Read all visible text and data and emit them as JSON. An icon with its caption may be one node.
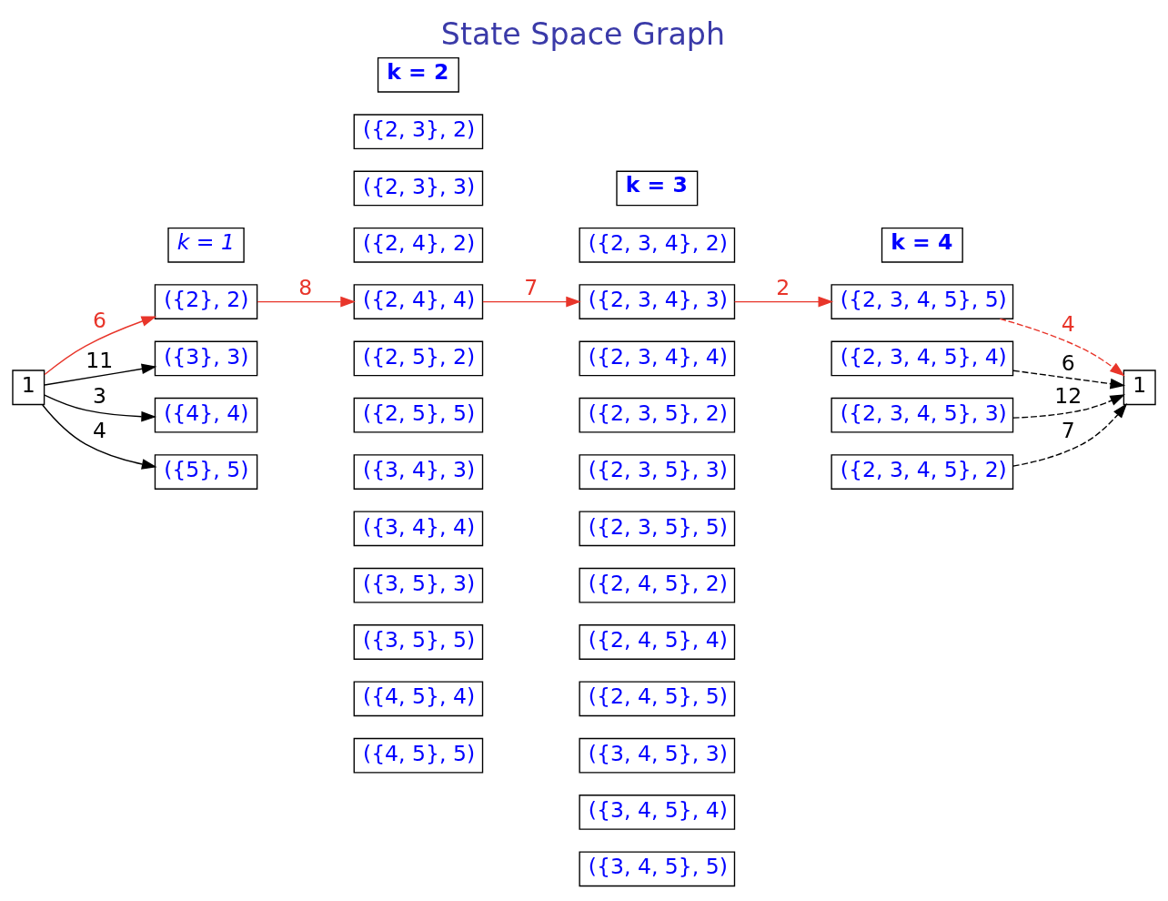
{
  "diagram": {
    "title": "State Space Graph",
    "nodes": [
      {
        "text": [
          "k = 1"
        ]
      },
      {
        "text": [
          "k = 2"
        ]
      },
      {
        "text": [
          "k = 3"
        ]
      },
      {
        "text": [
          "k = 4"
        ]
      },
      {
        "text": [
          "1"
        ]
      },
      {
        "text": [
          "({2}, 2)"
        ]
      },
      {
        "text": [
          "({3}, 3)"
        ]
      },
      {
        "text": [
          "({4}, 4)"
        ]
      },
      {
        "text": [
          "({5}, 5)"
        ]
      },
      {
        "text": [
          "({2, 3}, 2)"
        ]
      },
      {
        "text": [
          "({2, 3}, 3)"
        ]
      },
      {
        "text": [
          "({2, 4}, 2)"
        ]
      },
      {
        "text": [
          "({2, 4}, 4)"
        ]
      },
      {
        "text": [
          "({2, 5}, 2)"
        ]
      },
      {
        "text": [
          "({2, 5}, 5)"
        ]
      },
      {
        "text": [
          "({3, 4}, 3)"
        ]
      },
      {
        "text": [
          "({3, 4}, 4)"
        ]
      },
      {
        "text": [
          "({3, 5}, 3)"
        ]
      },
      {
        "text": [
          "({3, 5}, 5)"
        ]
      },
      {
        "text": [
          "({4, 5}, 4)"
        ]
      },
      {
        "text": [
          "({4, 5}, 5)"
        ]
      },
      {
        "text": [
          "({2, 3, 4}, 2)"
        ]
      },
      {
        "text": [
          "({2, 3, 4}, 3)"
        ]
      },
      {
        "text": [
          "({2, 3, 4}, 4)"
        ]
      },
      {
        "text": [
          "({2, 3, 5}, 2)"
        ]
      },
      {
        "text": [
          "({2, 3, 5}, 3)"
        ]
      },
      {
        "text": [
          "({2, 3, 5}, 5)"
        ]
      },
      {
        "text": [
          "({2, 4, 5}, 2)"
        ]
      },
      {
        "text": [
          "({2, 4, 5}, 4)"
        ]
      },
      {
        "text": [
          "({2, 4, 5}, 5)"
        ]
      },
      {
        "text": [
          "({3, 4, 5}, 3)"
        ]
      },
      {
        "text": [
          "({3, 4, 5}, 4)"
        ]
      },
      {
        "text": [
          "({3, 4, 5}, 5)"
        ]
      },
      {
        "text": [
          "({2, 3, 4, 5}, 5)"
        ]
      },
      {
        "text": [
          "({2, 3, 4, 5}, 4)"
        ]
      },
      {
        "text": [
          "({2, 3, 4, 5}, 3)"
        ]
      },
      {
        "text": [
          "({2, 3, 4, 5}, 2)"
        ]
      },
      {
        "text": [
          "1"
        ]
      }
    ],
    "edges": [
      {
        "from": 4,
        "to": 5,
        "arrow": "to",
        "label": "6",
        "color": "#e8352a"
      },
      {
        "from": 4,
        "to": 6,
        "arrow": "to",
        "label": "11"
      },
      {
        "from": 4,
        "to": 7,
        "arrow": "to",
        "label": "3"
      },
      {
        "from": 4,
        "to": 8,
        "arrow": "to",
        "label": "4"
      },
      {
        "from": 5,
        "to": 12,
        "arrow": "to",
        "label": "8",
        "color": "#e8352a"
      },
      {
        "from": 12,
        "to": 22,
        "arrow": "to",
        "label": "7",
        "color": "#e8352a"
      },
      {
        "from": 22,
        "to": 33,
        "arrow": "to",
        "label": "2",
        "color": "#e8352a"
      },
      {
        "from": 33,
        "to": 37,
        "arrow": "to",
        "label": "4",
        "style": "dashed",
        "color": "#e8352a"
      },
      {
        "from": 34,
        "to": 37,
        "arrow": "to",
        "label": "6",
        "style": "dashed"
      },
      {
        "from": 35,
        "to": 37,
        "arrow": "to",
        "label": "12",
        "style": "dashed"
      },
      {
        "from": 36,
        "to": 37,
        "arrow": "to",
        "label": "7",
        "style": "dashed"
      }
    ]
  }
}
